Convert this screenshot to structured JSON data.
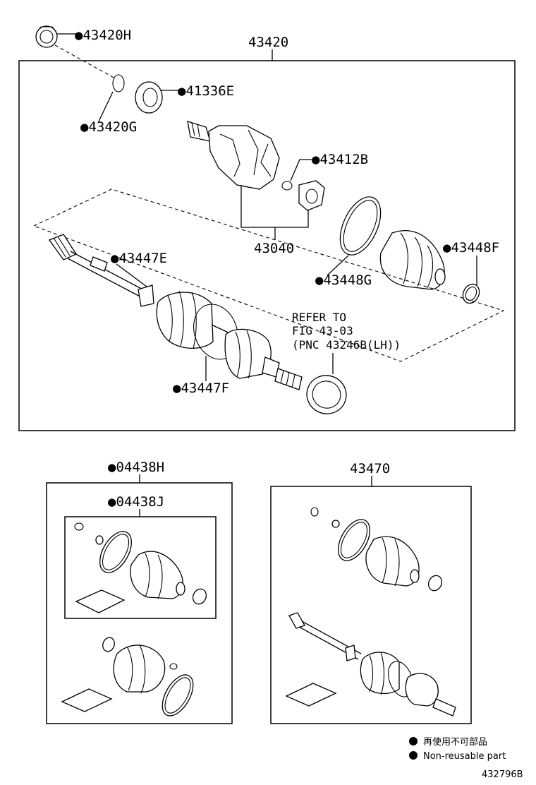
{
  "labels": {
    "p43420H": "●43420H",
    "p43420": "43420",
    "p41336E": "●41336E",
    "p43420G": "●43420G",
    "p43412B": "●43412B",
    "p43040": "43040",
    "p43448F": "●43448F",
    "p43448G": "●43448G",
    "p43447E": "●43447E",
    "p43447F": "●43447F",
    "p04438H": "●04438H",
    "p04438J": "●04438J",
    "p43470": "43470"
  },
  "note": {
    "line1": "REFER TO",
    "line2": "FIG 43-03",
    "line3": "(PNC 43246B(LH))"
  },
  "legend": {
    "japanese": "再使用不可部品",
    "english": "Non-reusable part"
  },
  "figure_number": "432796B"
}
